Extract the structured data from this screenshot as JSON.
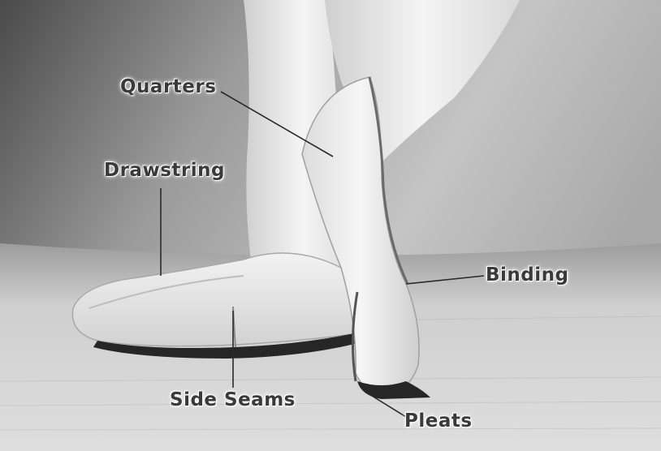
{
  "labels": {
    "quarters": "Quarters",
    "drawstring": "Drawstring",
    "binding": "Binding",
    "side_seams": "Side Seams",
    "pleats": "Pleats"
  },
  "colors": {
    "background_dark": "#3e3e3e",
    "background_light": "#bdbdbd",
    "floor": "#d8d8d8",
    "shoe": "#e8e8e8",
    "sole": "#262626",
    "label_text": "#3a3a3a",
    "leader_line": "#2a2a2a"
  }
}
